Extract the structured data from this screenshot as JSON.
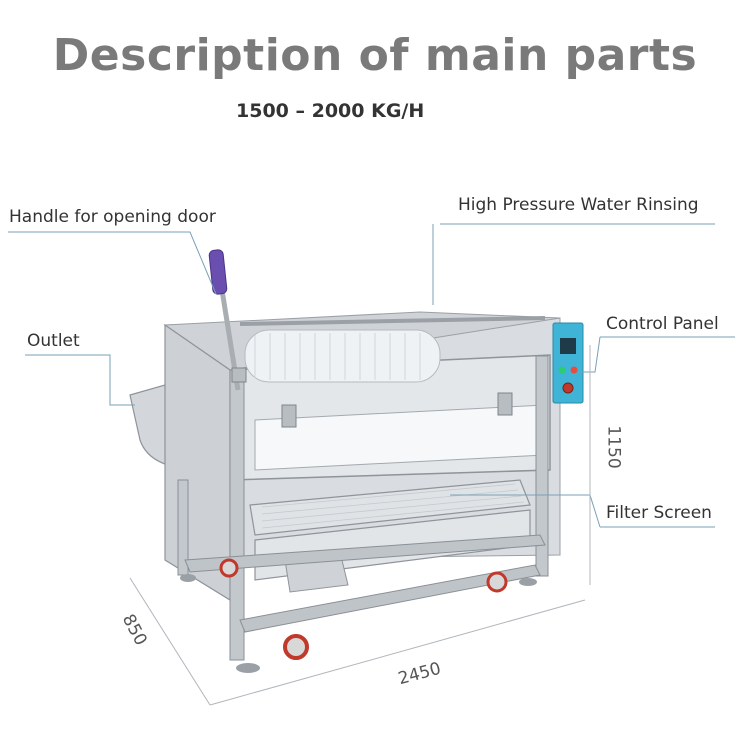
{
  "title": "Description of main parts",
  "subtitle": "1500 – 2000 KG/H",
  "callouts": {
    "handle": "Handle for opening door",
    "rinsing": "High Pressure Water Rinsing",
    "outlet": "Outlet",
    "control": "Control Panel",
    "filter": "Filter Screen"
  },
  "dimensions": {
    "length": "2450",
    "width": "850",
    "height": "1150"
  },
  "colors": {
    "steel": "#c9cdd2",
    "steel_dark": "#8f949a",
    "panel": "#3fb4d6",
    "handle_grip": "#6b4fb0",
    "leader": "#7aa0b8"
  }
}
